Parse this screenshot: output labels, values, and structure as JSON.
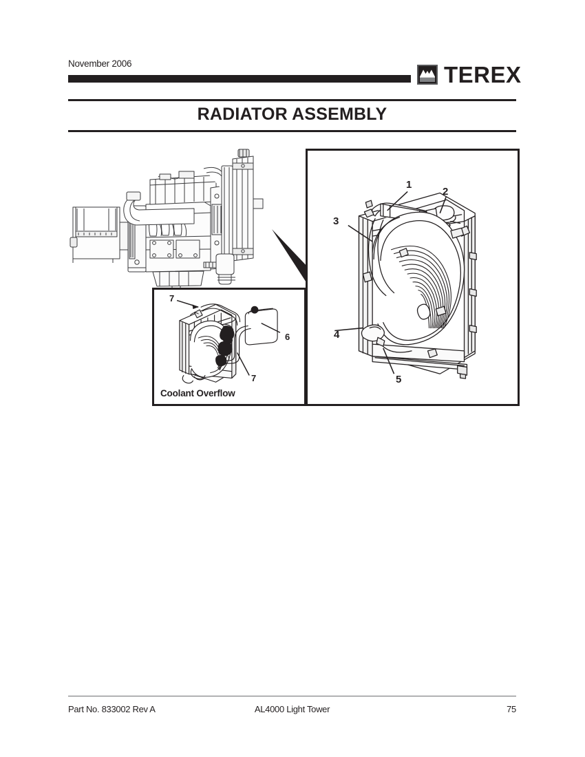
{
  "header": {
    "date": "November 2006",
    "brand": "TEREX",
    "brand_mark_icon": "terex-logo-icon"
  },
  "title": "RADIATOR ASSEMBLY",
  "figure": {
    "engine_illustration_name": "engine-assembly-line-drawing",
    "pointer_icon": "wedge-pointer-icon",
    "main_panel": {
      "name": "radiator-assembly-detail",
      "callouts": [
        {
          "number": "1"
        },
        {
          "number": "2"
        },
        {
          "number": "3"
        },
        {
          "number": "4"
        },
        {
          "number": "5"
        }
      ]
    },
    "inset_panel": {
      "caption": "Coolant Overflow",
      "name": "coolant-overflow-detail",
      "callouts": [
        {
          "number": "7"
        },
        {
          "number": "6"
        },
        {
          "number": "7"
        }
      ]
    }
  },
  "footer": {
    "part_no": "Part No. 833002 Rev A",
    "model": "AL4000 Light Tower",
    "page": "75"
  }
}
